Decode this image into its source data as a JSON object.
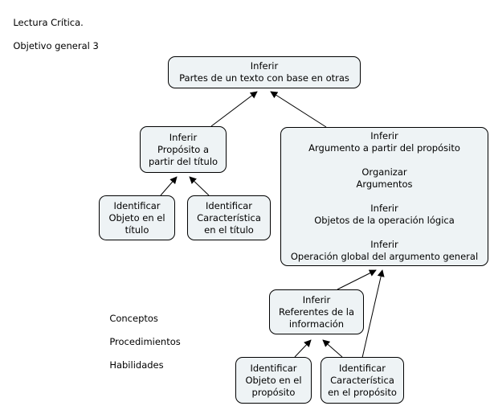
{
  "header": {
    "title_line1": "Lectura Crítica.",
    "title_line2": "Objetivo general 3"
  },
  "legend": {
    "lines": [
      "Conceptos",
      "Procedimientos",
      "Habilidades"
    ]
  },
  "colors": {
    "node_fill": "#eef3f5",
    "node_border": "#000000",
    "link": "#000000"
  },
  "nodes": {
    "root": {
      "lines": [
        "Inferir",
        "Partes de un texto con base en otras"
      ]
    },
    "proposito": {
      "lines": [
        "Inferir",
        "Propósito a",
        "partir del título"
      ]
    },
    "objeto_titulo": {
      "lines": [
        "Identificar",
        "Objeto en el",
        "título"
      ]
    },
    "caracteristica_titulo": {
      "lines": [
        "Identificar",
        "Característica",
        "en el título"
      ]
    },
    "argumento": {
      "groups": [
        [
          "Inferir",
          "Argumento a partir del propósito"
        ],
        [
          "Organizar",
          "Argumentos"
        ],
        [
          "Inferir",
          "Objetos de la operación lógica"
        ],
        [
          "Inferir",
          "Operación global del argumento general"
        ]
      ]
    },
    "referentes": {
      "lines": [
        "Inferir",
        "Referentes de la",
        "información"
      ]
    },
    "objeto_proposito": {
      "lines": [
        "Identificar",
        "Objeto en el",
        "propósito"
      ]
    },
    "caracteristica_proposito": {
      "lines": [
        "Identificar",
        "Característica",
        "en el propósito"
      ]
    }
  },
  "links": [
    {
      "from": "proposito",
      "to": "root"
    },
    {
      "from": "argumento",
      "to": "root"
    },
    {
      "from": "objeto_titulo",
      "to": "proposito"
    },
    {
      "from": "caracteristica_titulo",
      "to": "proposito"
    },
    {
      "from": "referentes",
      "to": "argumento"
    },
    {
      "from": "caracteristica_proposito",
      "to": "argumento"
    },
    {
      "from": "objeto_proposito",
      "to": "referentes"
    },
    {
      "from": "caracteristica_proposito",
      "to": "referentes"
    }
  ]
}
